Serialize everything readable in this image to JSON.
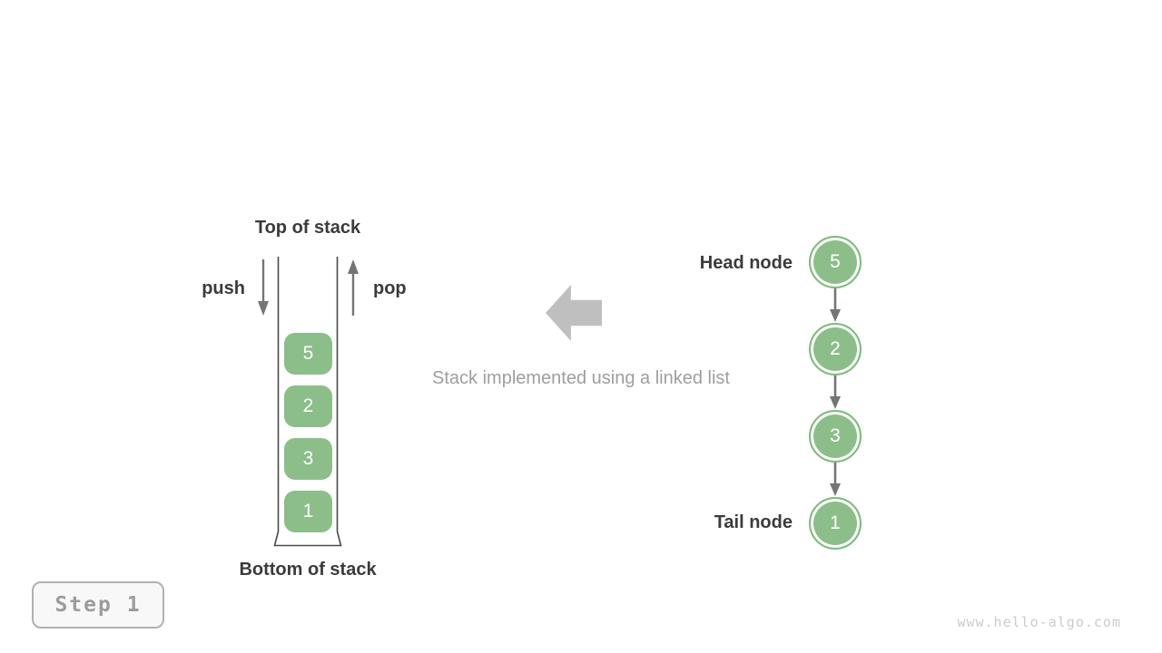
{
  "colors": {
    "green_fill": "#8CBE8A",
    "green_stroke": "#7CBD78",
    "arrow_gray": "#757575",
    "block_arrow": "#bfbfbf",
    "label_dark": "#3b3b3b",
    "muted_text": "#9e9e9e",
    "wall": "#4a4a4a",
    "badge_text": "#9c9c9c",
    "watermark": "#cbcbcb"
  },
  "stack": {
    "top_label": "Top of stack",
    "bottom_label": "Bottom of stack",
    "push_label": "push",
    "pop_label": "pop",
    "items": [
      "5",
      "2",
      "3",
      "1"
    ]
  },
  "caption": "Stack implemented using a linked list",
  "list": {
    "head_label": "Head node",
    "tail_label": "Tail node",
    "nodes": [
      "5",
      "2",
      "3",
      "1"
    ]
  },
  "footer": {
    "step_label": "Step 1",
    "watermark": "www.hello-algo.com"
  }
}
